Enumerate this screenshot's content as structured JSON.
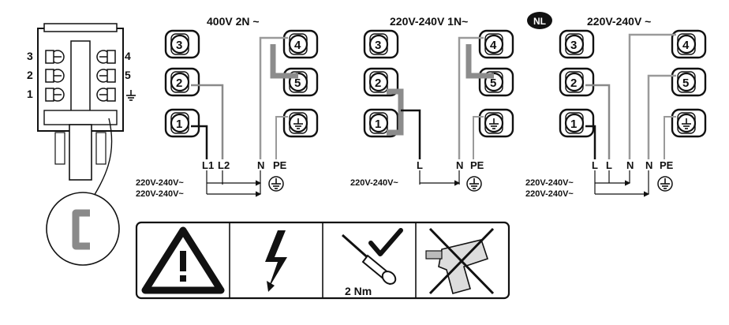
{
  "terminal_block": {
    "left_labels": [
      "3",
      "2",
      "1"
    ],
    "right_labels": [
      "4",
      "5"
    ],
    "earth_glyph": "earth-symbol"
  },
  "diagrams": [
    {
      "title": "400V 2N ~",
      "terminals": [
        "3",
        "4",
        "2",
        "5",
        "1"
      ],
      "conductors": [
        "L1",
        "L2",
        "N",
        "PE"
      ],
      "supply_labels": [
        "220V-240V~",
        "220V-240V~"
      ],
      "bridges": [
        "4-5"
      ]
    },
    {
      "title": "220V-240V 1N~",
      "terminals": [
        "3",
        "4",
        "2",
        "5",
        "1"
      ],
      "conductors": [
        "L",
        "N",
        "PE"
      ],
      "supply_labels": [
        "220V-240V~"
      ],
      "bridges": [
        "4-5",
        "2-1"
      ]
    },
    {
      "country_badge": "NL",
      "title": "220V-240V ~",
      "terminals": [
        "3",
        "4",
        "2",
        "5",
        "1"
      ],
      "conductors": [
        "L",
        "L",
        "N",
        "N",
        "PE"
      ],
      "supply_labels": [
        "220V-240V~",
        "220V-240V~"
      ],
      "bridges": []
    }
  ],
  "warning_strip": {
    "torque": "2 Nm",
    "icons": [
      "warning-triangle-icon",
      "high-voltage-icon",
      "screwdriver-check-icon",
      "no-power-drill-icon"
    ]
  },
  "colors": {
    "ink": "#111111",
    "grey_wire": "#9a9a9a",
    "bridge": "#8c8c8c"
  }
}
